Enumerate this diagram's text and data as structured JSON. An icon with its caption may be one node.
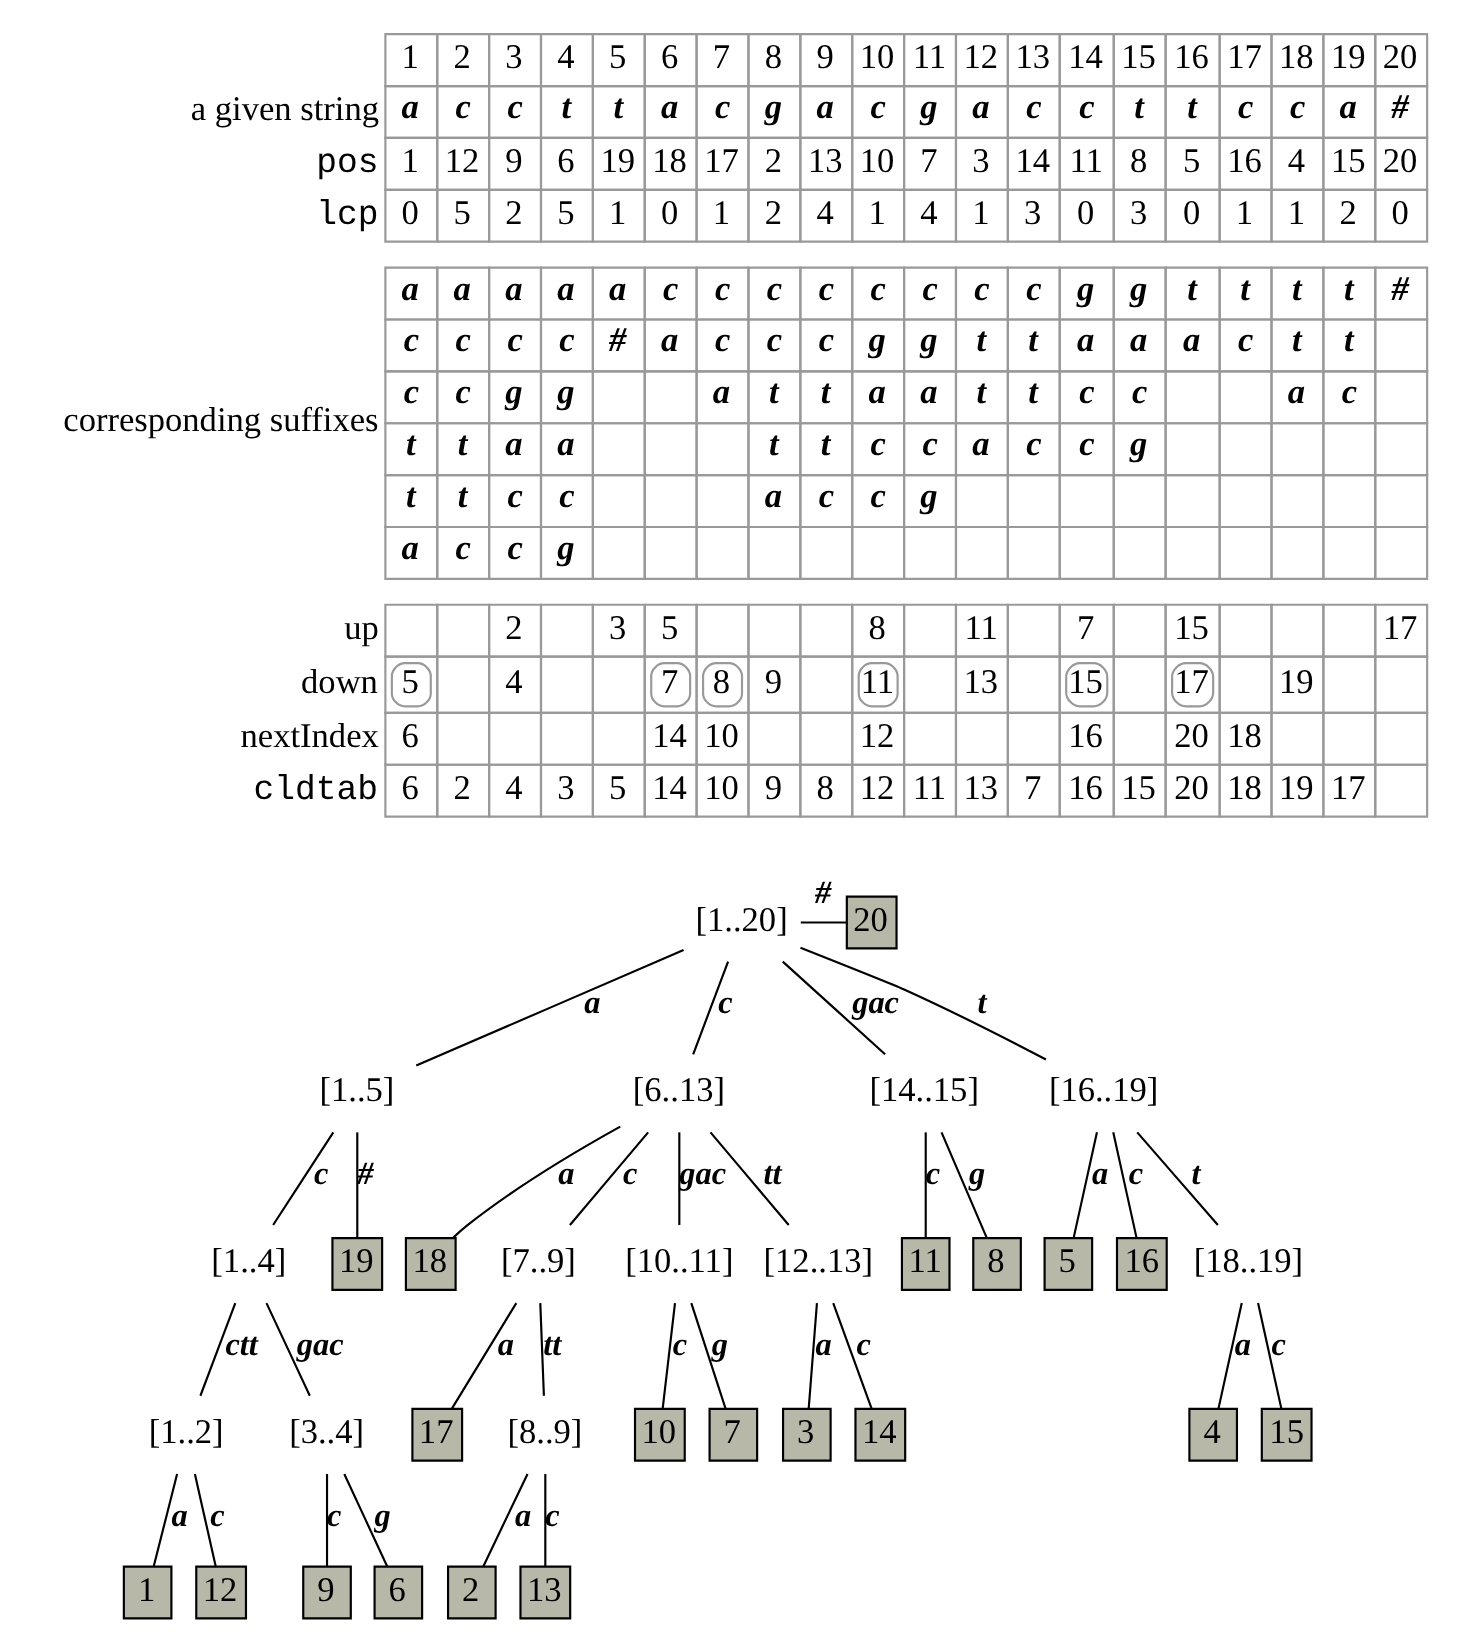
{
  "diagram": {
    "nodes": [
      {
        "text": [
          "[1..20]"
        ]
      },
      {
        "text": [
          "20"
        ]
      },
      {
        "text": [
          "[1..5]"
        ]
      },
      {
        "text": [
          "[6..13]"
        ]
      },
      {
        "text": [
          "[14..15]"
        ]
      },
      {
        "text": [
          "[16..19]"
        ]
      },
      {
        "text": [
          "[1..4]"
        ]
      },
      {
        "text": [
          "19"
        ]
      },
      {
        "text": [
          "18"
        ]
      },
      {
        "text": [
          "[7..9]"
        ]
      },
      {
        "text": [
          "[10..11]"
        ]
      },
      {
        "text": [
          "[12..13]"
        ]
      },
      {
        "text": [
          "11"
        ]
      },
      {
        "text": [
          "8"
        ]
      },
      {
        "text": [
          "5"
        ]
      },
      {
        "text": [
          "16"
        ]
      },
      {
        "text": [
          "[18..19]"
        ]
      },
      {
        "text": [
          "[1..2]"
        ]
      },
      {
        "text": [
          "[3..4]"
        ]
      },
      {
        "text": [
          "17"
        ]
      },
      {
        "text": [
          "[8..9]"
        ]
      },
      {
        "text": [
          "10"
        ]
      },
      {
        "text": [
          "7"
        ]
      },
      {
        "text": [
          "3"
        ]
      },
      {
        "text": [
          "14"
        ]
      },
      {
        "text": [
          "4"
        ]
      },
      {
        "text": [
          "15"
        ]
      },
      {
        "text": [
          "1"
        ]
      },
      {
        "text": [
          "12"
        ]
      },
      {
        "text": [
          "9"
        ]
      },
      {
        "text": [
          "6"
        ]
      },
      {
        "text": [
          "2"
        ]
      },
      {
        "text": [
          "13"
        ]
      }
    ],
    "edges": [
      {
        "from": 0,
        "to": 1,
        "arrow": "none",
        "label": "#"
      },
      {
        "from": 0,
        "to": 2,
        "arrow": "none",
        "label": "a"
      },
      {
        "from": 0,
        "to": 3,
        "arrow": "none",
        "label": "c"
      },
      {
        "from": 0,
        "to": 4,
        "arrow": "none",
        "label": "gac"
      },
      {
        "from": 0,
        "to": 5,
        "arrow": "none",
        "label": "t"
      },
      {
        "from": 2,
        "to": 6,
        "arrow": "none",
        "label": "c"
      },
      {
        "from": 2,
        "to": 7,
        "arrow": "none",
        "label": "#"
      },
      {
        "from": 3,
        "to": 8,
        "arrow": "none",
        "label": "a"
      },
      {
        "from": 3,
        "to": 9,
        "arrow": "none",
        "label": "c"
      },
      {
        "from": 3,
        "to": 10,
        "arrow": "none",
        "label": "gac"
      },
      {
        "from": 3,
        "to": 11,
        "arrow": "none",
        "label": "tt"
      },
      {
        "from": 4,
        "to": 12,
        "arrow": "none",
        "label": "c"
      },
      {
        "from": 4,
        "to": 13,
        "arrow": "none",
        "label": "g"
      },
      {
        "from": 5,
        "to": 14,
        "arrow": "none",
        "label": "a"
      },
      {
        "from": 5,
        "to": 15,
        "arrow": "none",
        "label": "c"
      },
      {
        "from": 5,
        "to": 16,
        "arrow": "none",
        "label": "t"
      },
      {
        "from": 6,
        "to": 17,
        "arrow": "none",
        "label": "ctt"
      },
      {
        "from": 6,
        "to": 18,
        "arrow": "none",
        "label": "gac"
      },
      {
        "from": 9,
        "to": 19,
        "arrow": "none",
        "label": "a"
      },
      {
        "from": 9,
        "to": 20,
        "arrow": "none",
        "label": "tt"
      },
      {
        "from": 10,
        "to": 21,
        "arrow": "none",
        "label": "c"
      },
      {
        "from": 10,
        "to": 22,
        "arrow": "none",
        "label": "g"
      },
      {
        "from": 11,
        "to": 23,
        "arrow": "none",
        "label": "a"
      },
      {
        "from": 11,
        "to": 24,
        "arrow": "none",
        "label": "c"
      },
      {
        "from": 16,
        "to": 25,
        "arrow": "none",
        "label": "a"
      },
      {
        "from": 16,
        "to": 26,
        "arrow": "none",
        "label": "c"
      },
      {
        "from": 17,
        "to": 27,
        "arrow": "none",
        "label": "a"
      },
      {
        "from": 17,
        "to": 28,
        "arrow": "none",
        "label": "c"
      },
      {
        "from": 18,
        "to": 29,
        "arrow": "none",
        "label": "c"
      },
      {
        "from": 18,
        "to": 30,
        "arrow": "none",
        "label": "g"
      },
      {
        "from": 20,
        "to": 31,
        "arrow": "none",
        "label": "a"
      },
      {
        "from": 20,
        "to": 32,
        "arrow": "none",
        "label": "c"
      }
    ],
    "labels": [
      "1",
      "2",
      "3",
      "4",
      "5",
      "6",
      "7",
      "8",
      "9",
      "10",
      "11",
      "12",
      "13",
      "14",
      "15",
      "16",
      "17",
      "18",
      "19",
      "20",
      "a given string",
      "a",
      "c",
      "c",
      "t",
      "t",
      "a",
      "c",
      "g",
      "a",
      "c",
      "g",
      "a",
      "c",
      "c",
      "t",
      "t",
      "c",
      "c",
      "a",
      "#",
      "pos",
      "1",
      "12",
      "9",
      "6",
      "19",
      "18",
      "17",
      "2",
      "13",
      "10",
      "7",
      "3",
      "14",
      "11",
      "8",
      "5",
      "16",
      "4",
      "15",
      "20",
      "lcp",
      "0",
      "5",
      "2",
      "5",
      "1",
      "0",
      "1",
      "2",
      "4",
      "1",
      "4",
      "1",
      "3",
      "0",
      "3",
      "0",
      "1",
      "1",
      "2",
      "0",
      "corresponding suffixes",
      "a",
      "a",
      "a",
      "a",
      "a",
      "c",
      "c",
      "c",
      "c",
      "c",
      "c",
      "c",
      "c",
      "g",
      "g",
      "t",
      "t",
      "t",
      "t",
      "#",
      "c",
      "c",
      "c",
      "c",
      "#",
      "a",
      "c",
      "c",
      "c",
      "g",
      "g",
      "t",
      "t",
      "a",
      "a",
      "a",
      "c",
      "t",
      "t",
      "c",
      "c",
      "g",
      "g",
      "a",
      "t",
      "t",
      "a",
      "a",
      "t",
      "t",
      "c",
      "c",
      "a",
      "c",
      "t",
      "t",
      "a",
      "a",
      "t",
      "t",
      "c",
      "c",
      "a",
      "c",
      "c",
      "g",
      "t",
      "t",
      "c",
      "c",
      "a",
      "c",
      "c",
      "g",
      "a",
      "c",
      "c",
      "g",
      "up",
      "2",
      "3",
      "5",
      "8",
      "11",
      "7",
      "15",
      "17",
      "down",
      "5",
      "4",
      "7",
      "8",
      "9",
      "11",
      "13",
      "15",
      "17",
      "19",
      "nextIndex",
      "6",
      "14",
      "10",
      "12",
      "16",
      "20",
      "18",
      "cldtab",
      "6",
      "2",
      "4",
      "3",
      "5",
      "14",
      "10",
      "9",
      "8",
      "12",
      "11",
      "13",
      "7",
      "16",
      "15",
      "20",
      "18",
      "19",
      "17"
    ]
  }
}
